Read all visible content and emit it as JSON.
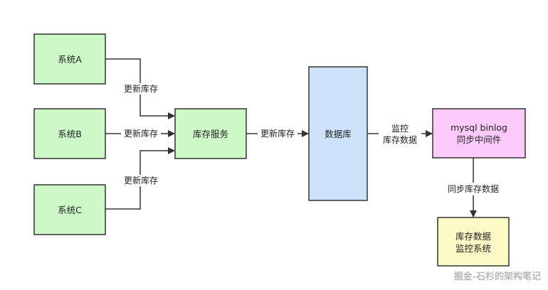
{
  "nodes": {
    "system_a": {
      "label": "系统A",
      "color": "#cdf8c8"
    },
    "system_b": {
      "label": "系统B",
      "color": "#cdf8c8"
    },
    "system_c": {
      "label": "系统C",
      "color": "#cdf8c8"
    },
    "inventory_service": {
      "label": "库存服务",
      "color": "#cdf8c8"
    },
    "database": {
      "label": "数据库",
      "color": "#cce3fb"
    },
    "binlog_middleware": {
      "line1": "mysql binlog",
      "line2": "同步中间件",
      "color": "#fccbfb"
    },
    "monitor_system": {
      "line1": "库存数据",
      "line2": "监控系统",
      "color": "#fcfbc8"
    }
  },
  "edges": {
    "update_inventory_a": "更新库存",
    "update_inventory_b": "更新库存",
    "update_inventory_c": "更新库存",
    "update_inventory_service": "更新库存",
    "monitor_line1": "监控",
    "monitor_line2": "库存数据",
    "sync_inventory_data": "同步库存数据"
  },
  "watermark": "掘金-石杉的架构笔记",
  "colors": {
    "stroke": "#333333",
    "edge": "#333333"
  }
}
